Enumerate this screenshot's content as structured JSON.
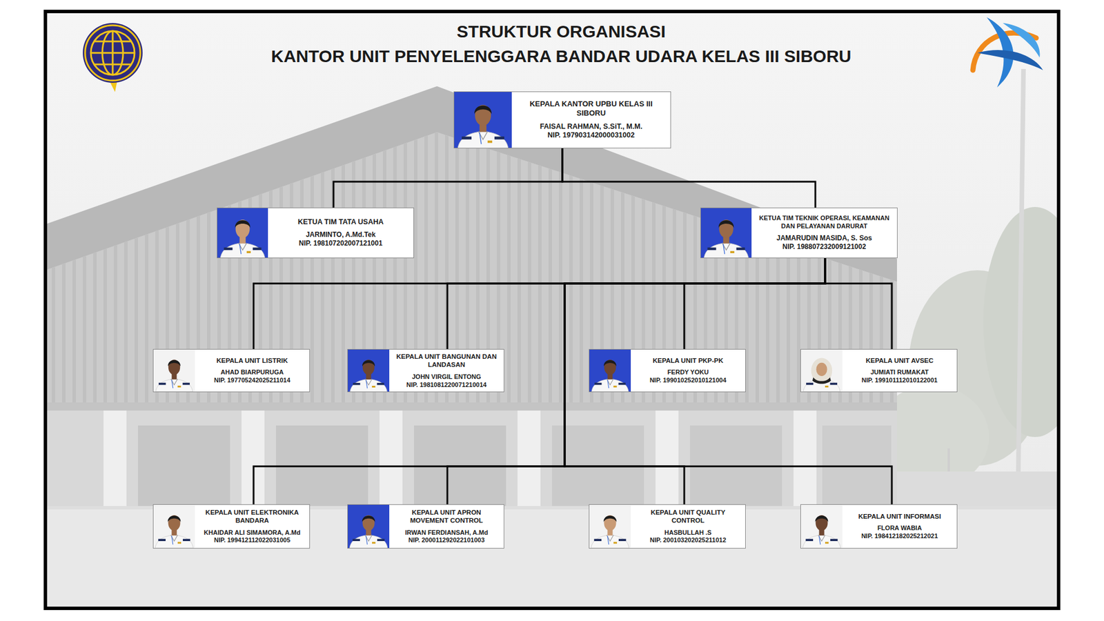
{
  "diagram": {
    "title": "STRUKTUR ORGANISASI",
    "nodes": [
      {
        "text": [
          "KEPALA KANTOR UPBU KELAS III SIBORU",
          "FAISAL RAHMAN, S.SiT., M.M.",
          "NIP. 197903142000031002"
        ]
      },
      {
        "text": [
          "KETUA TIM TATA USAHA",
          "JARMINTO, A.Md.Tek",
          "NIP. 198107202007121001"
        ]
      },
      {
        "text": [
          "KETUA TIM TEKNIK OPERASI, KEAMANAN DAN PELAYANAN DARURAT",
          "JAMARUDIN MASIDA, S. Sos",
          "NIP. 198807232009121002"
        ]
      },
      {
        "text": [
          "KEPALA UNIT LISTRIK",
          "AHAD BIARPURUGA",
          "NIP. 197705242025211014"
        ]
      },
      {
        "text": [
          "KEPALA UNIT BANGUNAN DAN LANDASAN",
          "JOHN VIRGIL ENTONG",
          "NIP. 1981081220071210014"
        ]
      },
      {
        "text": [
          "KEPALA UNIT PKP-PK",
          "FERDY YOKU",
          "NIP. 199010252010121004"
        ]
      },
      {
        "text": [
          "KEPALA UNIT AVSEC",
          "JUMIATI RUMAKAT",
          "NIP. 199101112010122001"
        ]
      },
      {
        "text": [
          "KEPALA UNIT ELEKTRONIKA BANDARA",
          "KHAIDAR ALI SIMAMORA, A.Md",
          "NIP. 199412112022031005"
        ]
      },
      {
        "text": [
          "KEPALA UNIT APRON MOVEMENT CONTROL",
          "IRWAN FERDIANSAH, A.Md",
          "NIP. 200011292022101003"
        ]
      },
      {
        "text": [
          "KEPALA UNIT QUALITY CONTROL",
          "HASBULLAH .S",
          "NIP. 200103202025211012"
        ]
      },
      {
        "text": [
          "KEPALA UNIT INFORMASI",
          "FLORA WABIA",
          "NIP. 198412182025212021"
        ]
      }
    ],
    "edges": [
      {
        "from": 0,
        "to": 1,
        "arrow": "none"
      },
      {
        "from": 0,
        "to": 2,
        "arrow": "none"
      },
      {
        "from": 2,
        "to": 3,
        "arrow": "none"
      },
      {
        "from": 2,
        "to": 4,
        "arrow": "none"
      },
      {
        "from": 2,
        "to": 5,
        "arrow": "none"
      },
      {
        "from": 2,
        "to": 6,
        "arrow": "none"
      },
      {
        "from": 2,
        "to": 7,
        "arrow": "none"
      },
      {
        "from": 2,
        "to": 8,
        "arrow": "none"
      },
      {
        "from": 2,
        "to": 9,
        "arrow": "none"
      },
      {
        "from": 2,
        "to": 10,
        "arrow": "none"
      }
    ],
    "labels": [
      "KANTOR UNIT PENYELENGGARA BANDAR UDARA KELAS III SIBORU"
    ]
  }
}
